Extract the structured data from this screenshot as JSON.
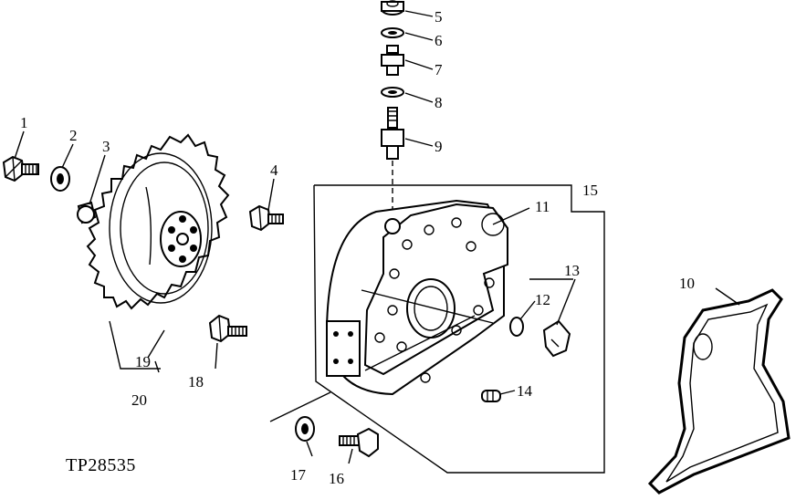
{
  "figure_code": "TP28535",
  "callouts": [
    {
      "id": "c1",
      "text": "1"
    },
    {
      "id": "c2",
      "text": "2"
    },
    {
      "id": "c3",
      "text": "3"
    },
    {
      "id": "c4",
      "text": "4"
    },
    {
      "id": "c5",
      "text": "5"
    },
    {
      "id": "c6",
      "text": "6"
    },
    {
      "id": "c7",
      "text": "7"
    },
    {
      "id": "c8",
      "text": "8"
    },
    {
      "id": "c9",
      "text": "9"
    },
    {
      "id": "c10",
      "text": "10"
    },
    {
      "id": "c11",
      "text": "11"
    },
    {
      "id": "c12",
      "text": "12"
    },
    {
      "id": "c13",
      "text": "13"
    },
    {
      "id": "c14",
      "text": "14"
    },
    {
      "id": "c15",
      "text": "15"
    },
    {
      "id": "c16",
      "text": "16"
    },
    {
      "id": "c17",
      "text": "17"
    },
    {
      "id": "c18",
      "text": "18"
    },
    {
      "id": "c19",
      "text": "19"
    },
    {
      "id": "c20",
      "text": "20"
    }
  ]
}
